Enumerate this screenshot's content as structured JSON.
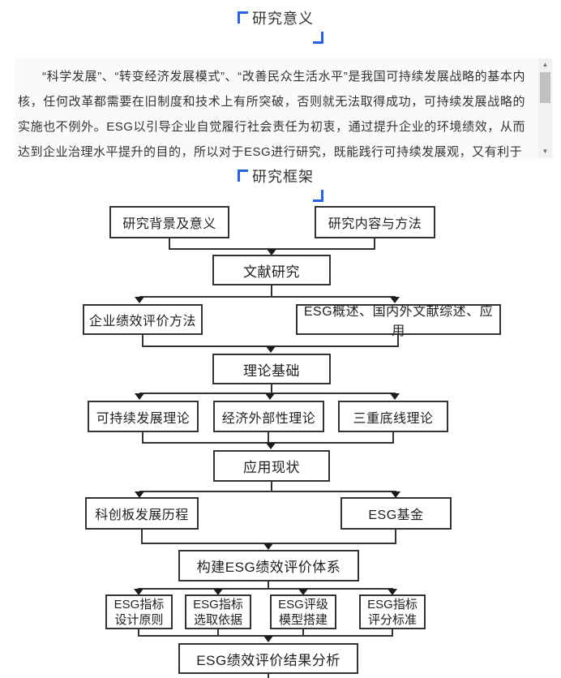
{
  "accent_color": "#2462e9",
  "significance": {
    "title": "研究意义",
    "paragraph": "“科学发展”、“转变经济发展模式”、“改善民众生活水平”是我国可持续发展战略的基本内核，任何改革都需要在旧制度和技术上有所突破，否则就无法取得成功，可持续发展战略的实施也不例外。ESG以引导企业自觉履行社会责任为初衷，通过提升企业的环境绩效，从而达到企业治理水平提升的目的，所以对于ESG进行研究，既能践行可持续发展观，又有利于"
  },
  "framework": {
    "title": "研究框架"
  },
  "scrollbar": {
    "up_icon": "▲",
    "down_icon": "▼"
  },
  "flowchart": {
    "nodes": [
      {
        "id": "research-background",
        "label": "研究背景及意义"
      },
      {
        "id": "research-content-method",
        "label": "研究内容与方法"
      },
      {
        "id": "literature-research",
        "label": "文献研究"
      },
      {
        "id": "enterprise-performance-eval",
        "label": "企业绩效评价方法"
      },
      {
        "id": "esg-overview-literature",
        "label": "ESG概述、国内外文献综述、应用"
      },
      {
        "id": "theoretical-basis",
        "label": "理论基础"
      },
      {
        "id": "sustainable-development-theory",
        "label": "可持续发展理论"
      },
      {
        "id": "economic-externality-theory",
        "label": "经济外部性理论"
      },
      {
        "id": "triple-bottom-line-theory",
        "label": "三重底线理论"
      },
      {
        "id": "application-status",
        "label": "应用现状"
      },
      {
        "id": "star-market-history",
        "label": "科创板发展历程"
      },
      {
        "id": "esg-fund",
        "label": "ESG基金"
      },
      {
        "id": "build-esg-eval-system",
        "label": "构建ESG绩效评价体系"
      },
      {
        "id": "esg-indicator-design-principle",
        "line1": "ESG指标",
        "line2": "设计原则"
      },
      {
        "id": "esg-indicator-selection-basis",
        "line1": "ESG指标",
        "line2": "选取依据"
      },
      {
        "id": "esg-rating-model-build",
        "line1": "ESG评级",
        "line2": "模型搭建"
      },
      {
        "id": "esg-indicator-scoring-standard",
        "line1": "ESG指标",
        "line2": "评分标准"
      },
      {
        "id": "esg-eval-result-analysis",
        "label": "ESG绩效评价结果分析"
      }
    ]
  }
}
